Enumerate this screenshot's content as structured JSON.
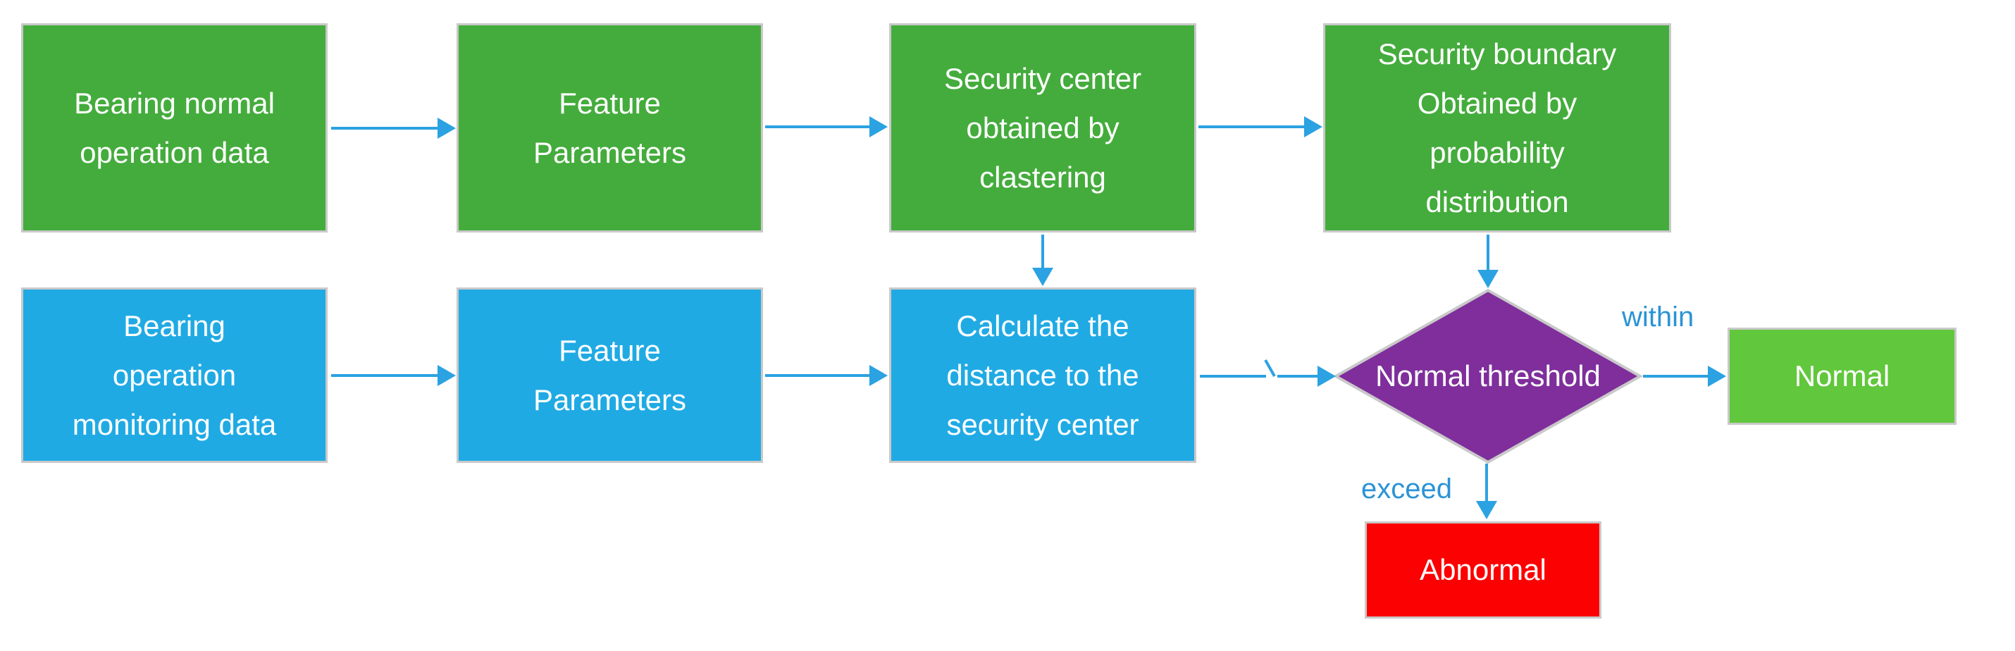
{
  "nodes": {
    "bearing_normal_data": {
      "label": "Bearing normal\noperation data"
    },
    "feature_parameters_top": {
      "label": "Feature\nParameters"
    },
    "security_center": {
      "label": "Security center\nobtained by\nclastering"
    },
    "security_boundary": {
      "label": "Security boundary\nObtained by\nprobability\ndistribution"
    },
    "bearing_monitoring_data": {
      "label": "Bearing\noperation\nmonitoring data"
    },
    "feature_parameters_bottom": {
      "label": "Feature\nParameters"
    },
    "calculate_distance": {
      "label": "Calculate the\ndistance to the\nsecurity center"
    },
    "normal_threshold": {
      "label": "Normal\nthreshold"
    },
    "normal_result": {
      "label": "Normal"
    },
    "abnormal_result": {
      "label": "Abnormal"
    }
  },
  "edge_labels": {
    "within": "within",
    "exceed": "exceed"
  },
  "edges": [
    {
      "from": "bearing_normal_data",
      "to": "feature_parameters_top"
    },
    {
      "from": "feature_parameters_top",
      "to": "security_center"
    },
    {
      "from": "security_center",
      "to": "security_boundary"
    },
    {
      "from": "security_center",
      "to": "calculate_distance"
    },
    {
      "from": "security_boundary",
      "to": "normal_threshold"
    },
    {
      "from": "bearing_monitoring_data",
      "to": "feature_parameters_bottom"
    },
    {
      "from": "feature_parameters_bottom",
      "to": "calculate_distance"
    },
    {
      "from": "calculate_distance",
      "to": "normal_threshold"
    },
    {
      "from": "normal_threshold",
      "to": "normal_result",
      "label": "within"
    },
    {
      "from": "normal_threshold",
      "to": "abnormal_result",
      "label": "exceed"
    }
  ],
  "colors": {
    "box_green": "#44AC3C",
    "box_blue": "#20AAE4",
    "diamond_purple": "#7F2E9C",
    "box_red": "#FC0101",
    "box_bright_green": "#61C73C",
    "arrow_blue": "#2BA2E2",
    "label_blue": "#2B93D6",
    "border_silver": "#C9C9C9",
    "text_white": "#FFFFFF"
  }
}
